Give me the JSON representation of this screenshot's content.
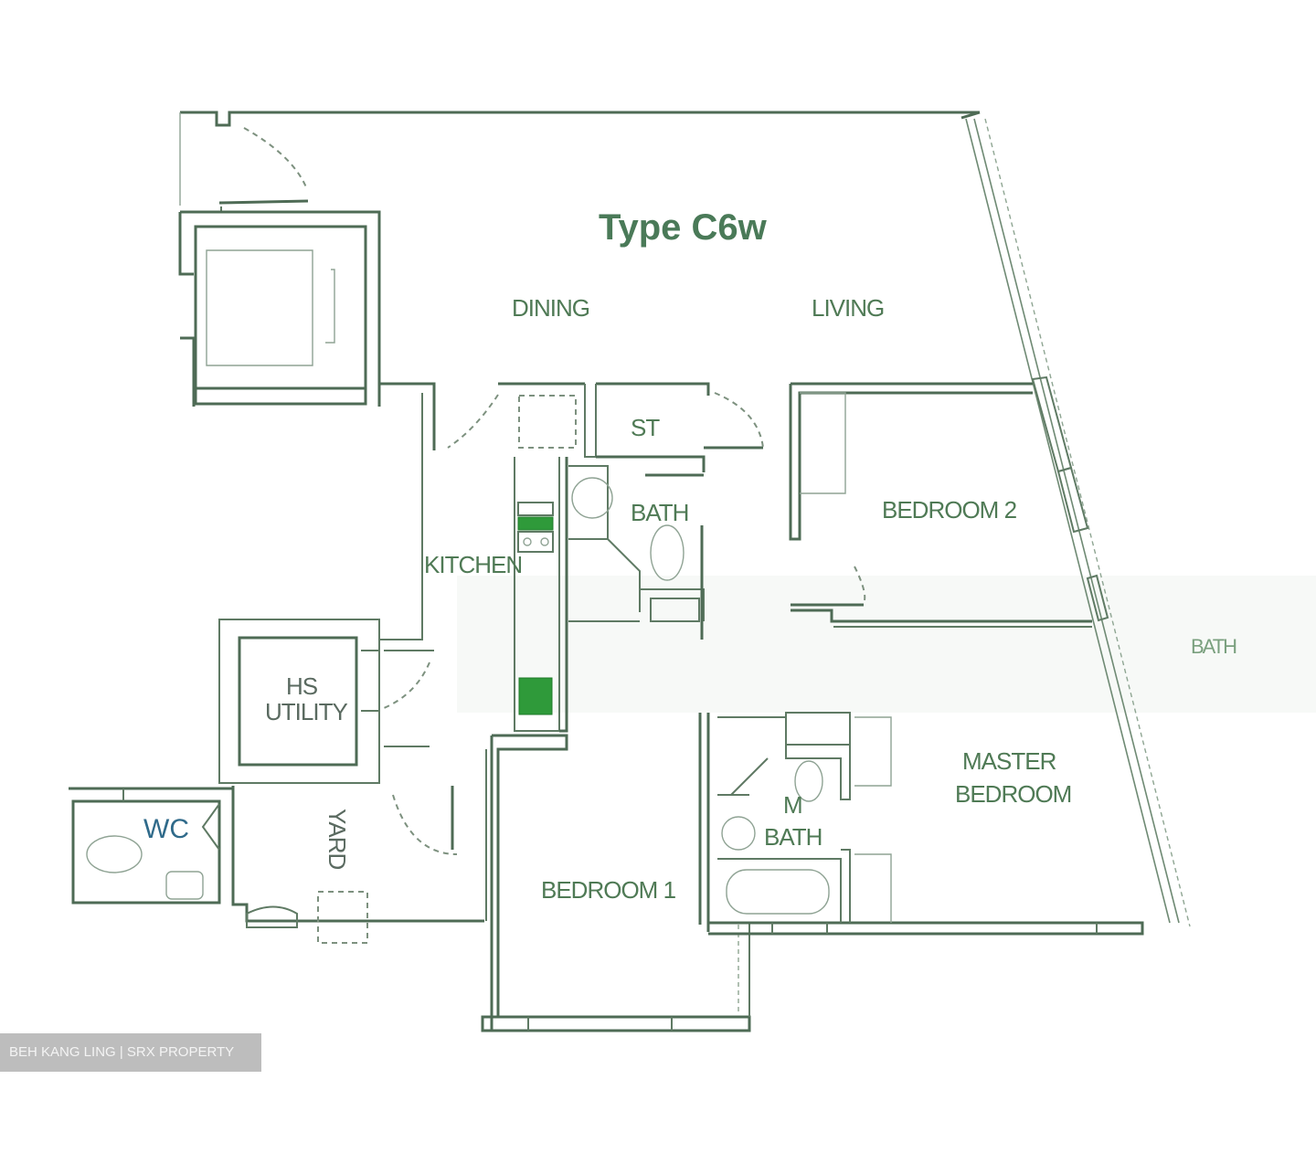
{
  "plan": {
    "title": "Type C6w",
    "rooms": {
      "dining": "DINING",
      "living": "LIVING",
      "st": "ST",
      "bath": "BATH",
      "kitchen": "KITCHEN",
      "bedroom2": "BEDROOM 2",
      "hs_line1": "HS",
      "hs_line2": "UTILITY",
      "wc": "WC",
      "yard": "YARD",
      "bedroom1": "BEDROOM 1",
      "master_line1": "MASTER",
      "master_line2": "BEDROOM",
      "mbath_line1": "M",
      "mbath_line2": "BATH",
      "faint_label": "BATH"
    },
    "colors": {
      "wall": "#4e6b55",
      "label": "#4f7a55",
      "wc_label": "#2f6a8a",
      "appliance": "#2f9a3a"
    }
  },
  "watermark": {
    "text": "BEH KANG LING | SRX PROPERTY"
  }
}
